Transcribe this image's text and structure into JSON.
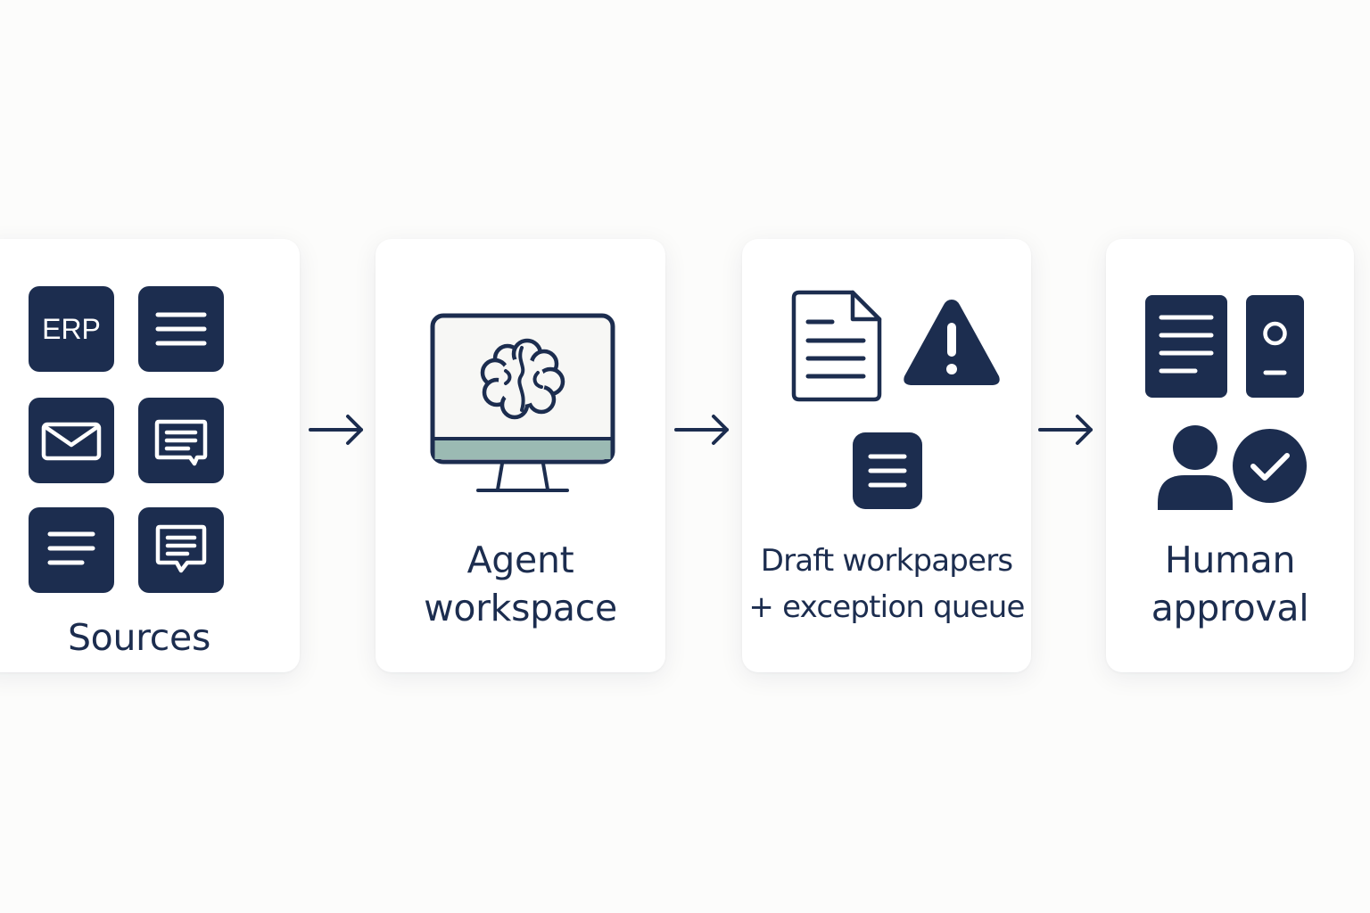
{
  "theme": {
    "navy": "#1c2d4f",
    "background": "#fcfcfb",
    "card": "#ffffff",
    "screen_stand": "#9bbab3"
  },
  "steps": [
    {
      "label": "Sources",
      "icons": [
        {
          "name": "erp-icon",
          "text": "ERP"
        },
        {
          "name": "document-lines-icon"
        },
        {
          "name": "mail-icon"
        },
        {
          "name": "chat-message-icon"
        },
        {
          "name": "text-lines-icon"
        },
        {
          "name": "comment-icon"
        }
      ]
    },
    {
      "label": "Agent\nworkspace",
      "icons": [
        {
          "name": "monitor-brain-icon"
        }
      ]
    },
    {
      "label": "Draft workpapers\n+ exception queue",
      "icons": [
        {
          "name": "document-icon"
        },
        {
          "name": "warning-icon"
        },
        {
          "name": "list-icon"
        }
      ]
    },
    {
      "label": "Human\napproval",
      "icons": [
        {
          "name": "document-lines-icon"
        },
        {
          "name": "server-icon"
        },
        {
          "name": "person-icon"
        },
        {
          "name": "check-badge-icon"
        }
      ]
    }
  ],
  "connectors": [
    {
      "name": "arrow-icon"
    },
    {
      "name": "arrow-icon"
    },
    {
      "name": "arrow-icon"
    }
  ]
}
